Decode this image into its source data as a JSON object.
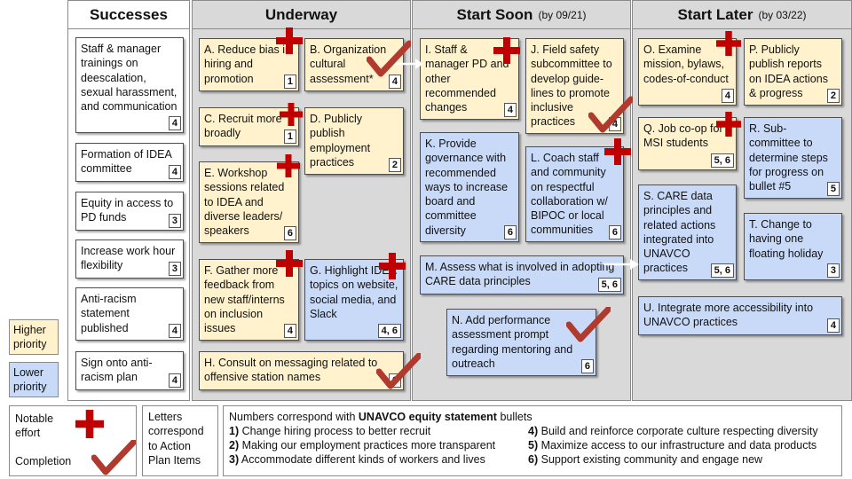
{
  "columns": {
    "successes": {
      "title": "Successes",
      "subtitle": ""
    },
    "underway": {
      "title": "Underway",
      "subtitle": ""
    },
    "soon": {
      "title": "Start Soon",
      "subtitle": "(by 09/21)"
    },
    "later": {
      "title": "Start Later",
      "subtitle": "(by 03/22)"
    }
  },
  "successes": [
    {
      "text": "Staff & manager trainings on deescalation, sexual harassment, and communication",
      "num": "4"
    },
    {
      "text": "Formation of IDEA committee",
      "num": "4"
    },
    {
      "text": "Equity in access to PD funds",
      "num": "3"
    },
    {
      "text": "Increase work hour flexibility",
      "num": "3"
    },
    {
      "text": "Anti-racism statement published",
      "num": "4"
    },
    {
      "text": "Sign onto anti-racism plan",
      "num": "4"
    }
  ],
  "underway": {
    "A": {
      "text": "A. Reduce bias in hiring and promotion",
      "num": "1"
    },
    "B": {
      "text": "B. Organization cultural assessment*",
      "num": "4"
    },
    "C": {
      "text": "C. Recruit more broadly",
      "num": "1"
    },
    "D": {
      "text": "D. Publicly publish employment practices",
      "num": "2"
    },
    "E": {
      "text": "E. Workshop sessions related to IDEA and diverse leaders/ speakers",
      "num": "6"
    },
    "F": {
      "text": "F. Gather more feedback from new staff/interns on inclusion issues",
      "num": "4"
    },
    "G": {
      "text": "G. Highlight IDEA topics on website, social media, and Slack",
      "num": "4, 6"
    },
    "H": {
      "text": "H. Consult on messaging related to offensive station names",
      "num": "6"
    }
  },
  "soon": {
    "I": {
      "text": "I. Staff & manager PD and other recommended changes",
      "num": "4"
    },
    "J": {
      "text": "J. Field safety subcommittee to develop guide-lines to promote inclusive practices",
      "num": "4"
    },
    "K": {
      "text": "K. Provide governance with recommended ways to increase board and committee diversity",
      "num": "6"
    },
    "L": {
      "text": "L. Coach staff and community on respectful collaboration w/ BIPOC or local communities",
      "num": "6"
    },
    "M": {
      "text": "M. Assess what is involved in adopting CARE data principles",
      "num": "5, 6"
    },
    "N": {
      "text": "N. Add performance assessment prompt regarding mentoring and outreach",
      "num": "6"
    }
  },
  "later": {
    "O": {
      "text": "O. Examine mission, bylaws, codes-of-conduct",
      "num": "4"
    },
    "P": {
      "text": "P. Publicly publish reports on IDEA actions & progress",
      "num": "2"
    },
    "Q": {
      "text": "Q. Job co-op for MSI students",
      "num": "5, 6"
    },
    "R": {
      "text": "R. Sub-committee to determine steps for progress on bullet #5",
      "num": "5"
    },
    "S": {
      "text": "S. CARE data principles and related actions integrated into UNAVCO practices",
      "num": "5, 6"
    },
    "T": {
      "text": "T. Change to having one floating holiday",
      "num": "3"
    },
    "U": {
      "text": "U. Integrate more accessibility into UNAVCO practices",
      "num": "4"
    }
  },
  "priority": {
    "higher": "Higher priority",
    "lower": "Lower priority"
  },
  "legend": {
    "notable": "Notable effort",
    "completion": "Completion",
    "letters": "Letters correspond to Action Plan Items"
  },
  "bullets": {
    "intro_pre": "Numbers correspond with",
    "intro_bold": "UNAVCO equity statement",
    "intro_post": "bullets",
    "items": [
      {
        "n": "1)",
        "text": "Change hiring process to better recruit"
      },
      {
        "n": "2)",
        "text": "Making our employment practices more transparent"
      },
      {
        "n": "3)",
        "text": "Accommodate different kinds of workers and lives"
      },
      {
        "n": "4)",
        "text": "Build and reinforce corporate culture respecting diversity"
      },
      {
        "n": "5)",
        "text": "Maximize access to our infrastructure and data products"
      },
      {
        "n": "6)",
        "text": "Support existing community and engage new"
      }
    ]
  },
  "colors": {
    "higher": "#fff2cc",
    "lower": "#c9daf8",
    "cross": "#c00000",
    "check": "#b03a2e",
    "column": "#d9d9d9"
  }
}
